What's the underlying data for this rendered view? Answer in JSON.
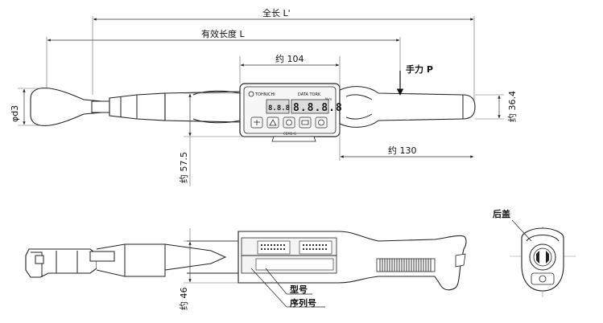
{
  "dimensions": {
    "overall_length": "全长 L'",
    "effective_length": "有效长度 L",
    "display_width": "约 104",
    "force_point": "手力 P",
    "grip_diameter": "约 36.4",
    "grip_length": "约 130",
    "head_diameter": "φd3",
    "body_height": "约 57.5",
    "side_height": "约 46"
  },
  "callouts": {
    "rear_cap": "后盖",
    "model_number": "型号",
    "serial_number": "序列号"
  },
  "device": {
    "brand": "TOHNICHI",
    "product_name": "DATA TORK",
    "unit_hint": "N·m",
    "display_digits": "8.8.8.8",
    "display_left": "8.8.8",
    "model_tag": "CEM3-G"
  },
  "colors": {
    "outline": "#222222",
    "body_fill": "#ffffff",
    "panel_fill": "#f4f4f4",
    "lcd_fill": "#dcdcdc",
    "dim_line": "#444444"
  }
}
